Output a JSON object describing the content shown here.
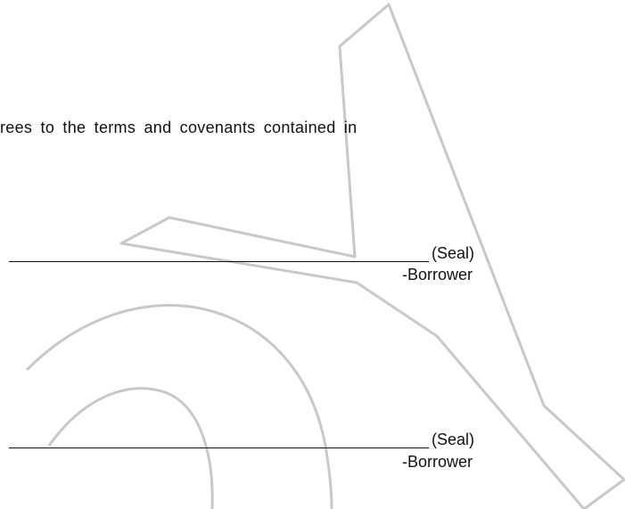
{
  "document": {
    "body_text": "rees to the terms and covenants contained in",
    "signatures": [
      {
        "seal_label": "(Seal)",
        "role_label": "-Borrower"
      },
      {
        "seal_label": "(Seal)",
        "role_label": "-Borrower"
      }
    ]
  },
  "watermark": {
    "stroke_color": "#c8c8c8",
    "icon": "watermark-logo-icon"
  }
}
